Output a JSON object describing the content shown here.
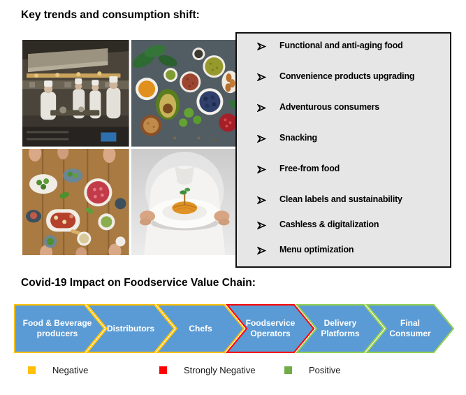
{
  "titles": {
    "trends": "Key trends and consumption shift:",
    "covid": "Covid-19 Impact on Foodservice Value Chain:"
  },
  "trends_box": {
    "bullet_glyph": "➢",
    "items": [
      "Functional and anti-aging food",
      "Convenience products upgrading",
      "Adventurous consumers",
      "Snacking",
      "Free-from food",
      "Clean labels and sustainability",
      "Cashless & digitalization",
      "Menu optimization"
    ]
  },
  "photos": [
    {
      "name": "kitchen-chefs",
      "description": "Chefs cooking in a commercial kitchen"
    },
    {
      "name": "healthy-ingredients",
      "description": "Bowls of superfood ingredients, avocado and berries"
    },
    {
      "name": "shared-table",
      "description": "Overhead view of table with salads and shared dishes"
    },
    {
      "name": "chef-serving-plate",
      "description": "Chef in white holding a plated dish"
    }
  ],
  "value_chain": {
    "fill_color": "#5B9BD5",
    "stages": [
      {
        "label": "Food & Beverage producers",
        "lines": [
          "Food & Beverage",
          "producers"
        ],
        "impact": "negative",
        "outline_color": "#FFC000"
      },
      {
        "label": "Distributors",
        "lines": [
          "Distributors"
        ],
        "impact": "negative",
        "outline_color": "#FFC000"
      },
      {
        "label": "Chefs",
        "lines": [
          "Chefs"
        ],
        "impact": "negative",
        "outline_color": "#FFC000"
      },
      {
        "label": "Foodservice Operators",
        "lines": [
          "Foodservice",
          "Operators"
        ],
        "impact": "strongly-negative",
        "outline_color": "#FF0000"
      },
      {
        "label": "Delivery Platforms",
        "lines": [
          "Delivery",
          "Platforms"
        ],
        "impact": "positive",
        "outline_color": "#92D050"
      },
      {
        "label": "Final Consumer",
        "lines": [
          "Final",
          "Consumer"
        ],
        "impact": "positive",
        "outline_color": "#92D050"
      }
    ]
  },
  "legend": {
    "items": [
      {
        "label": "Negative",
        "color": "#FFC000"
      },
      {
        "label": "Strongly Negative",
        "color": "#FF0000"
      },
      {
        "label": "Positive",
        "color": "#70AD47"
      }
    ]
  }
}
